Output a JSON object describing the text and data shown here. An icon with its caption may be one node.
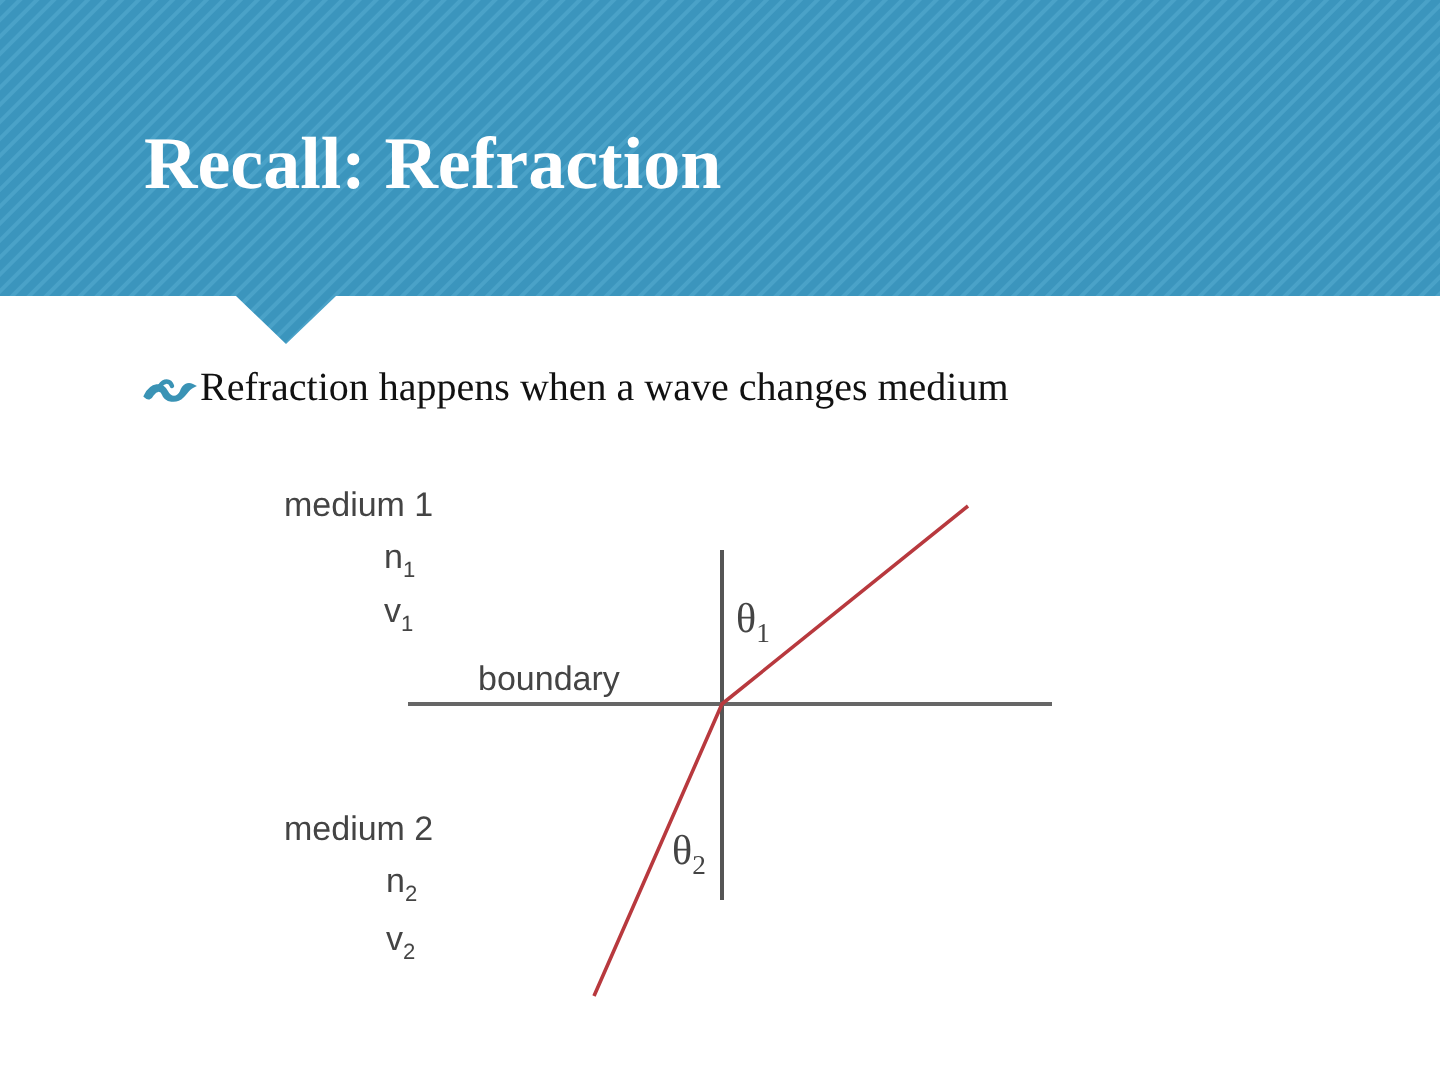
{
  "diagram": {
    "title": "Recall: Refraction",
    "labels": [
      "Refraction happens when a wave changes medium",
      "medium 1",
      "n$_{1}$",
      "v$_{1}$",
      "θ$_{1}$",
      "boundary",
      "medium 2",
      "θ$_{2}$",
      "n$_{2}$",
      "v$_{2}$"
    ]
  }
}
